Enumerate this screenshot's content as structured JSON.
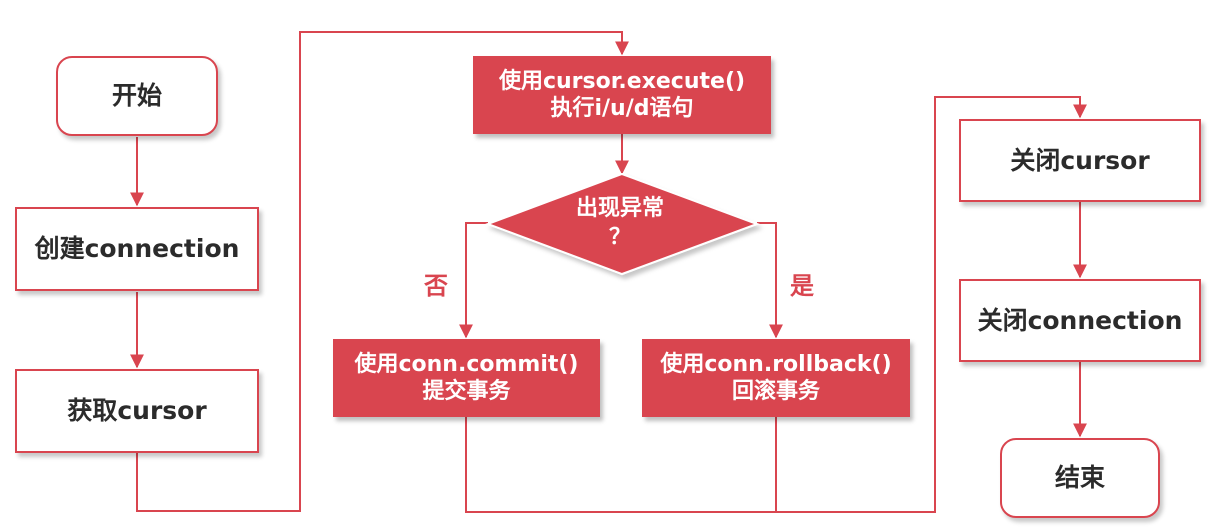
{
  "nodes": {
    "start": "开始",
    "create_connection": "创建connection",
    "get_cursor": "获取cursor",
    "execute_line1": "使用cursor.execute()",
    "execute_line2": "执行i/u/d语句",
    "exception_line1": "出现异常",
    "exception_line2": "？",
    "commit_line1": "使用conn.commit()",
    "commit_line2": "提交事务",
    "rollback_line1": "使用conn.rollback()",
    "rollback_line2": "回滚事务",
    "close_cursor": "关闭cursor",
    "close_connection": "关闭connection",
    "end": "结束"
  },
  "branches": {
    "no": "否",
    "yes": "是"
  },
  "colors": {
    "accent": "#d9454f",
    "dark_text": "#2b2b2b"
  }
}
